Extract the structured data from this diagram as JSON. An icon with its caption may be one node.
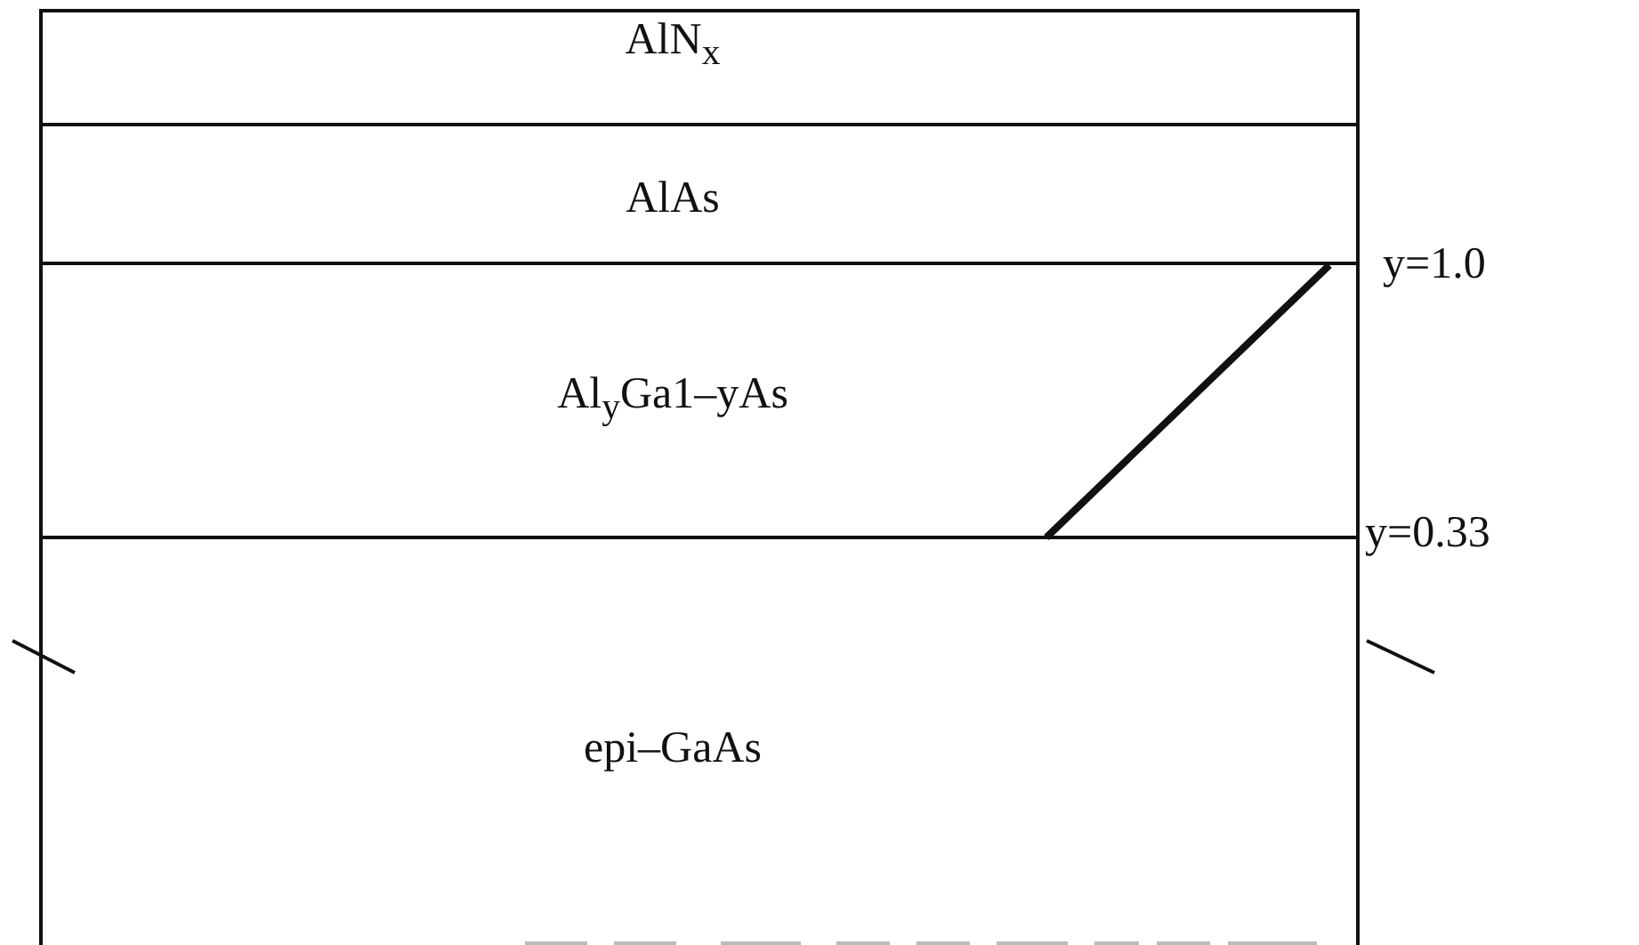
{
  "diagram": {
    "nodes": [
      {
        "text": [
          "AlN$_{x}$"
        ]
      },
      {
        "text": [
          "AlAs"
        ]
      },
      {
        "text": [
          "Al$_{y}$Ga1–yAs"
        ]
      },
      {
        "text": [
          "epi–GaAs"
        ]
      }
    ],
    "labels": [
      "y=1.0",
      "y=0.33"
    ]
  }
}
